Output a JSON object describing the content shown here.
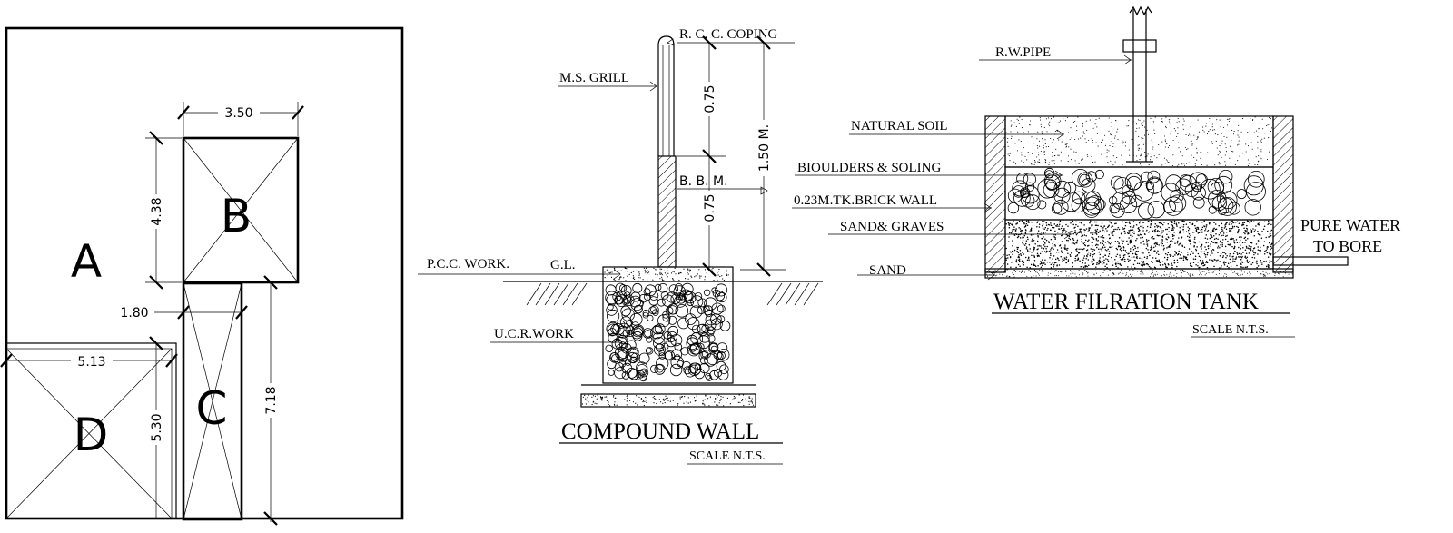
{
  "site_plan": {
    "zones": {
      "a": "A",
      "b": "B",
      "c": "C",
      "d": "D"
    },
    "dimensions": {
      "b_width": "3.50",
      "b_height": "4.38",
      "c_width": "1.80",
      "d_width": "5.13",
      "d_height": "5.30",
      "c_height": "7.18"
    }
  },
  "compound_wall": {
    "title": "COMPOUND WALL",
    "scale": "SCALE  N.T.S.",
    "labels": {
      "rcc_coping": "R. C. C. COPING",
      "ms_grill": "M.S. GRILL",
      "bbm": "B. B. M.",
      "pcc_work": "P.C.C. WORK.",
      "gl": "G.L.",
      "ucr_work": "U.C.R.WORK"
    },
    "dimensions": {
      "upper": "0.75",
      "lower": "0.75",
      "total": "1.50 M."
    }
  },
  "filtration_tank": {
    "title": "WATER FILRATION TANK",
    "scale": "SCALE  N.T.S.",
    "labels": {
      "rw_pipe": "R.W.PIPE",
      "natural_soil": "NATURAL SOIL",
      "boulders": "BIOULDERS & SOLING",
      "brick_wall": "0.23M.TK.BRICK WALL",
      "sand_gravel": "SAND& GRAVES",
      "sand": "SAND",
      "pure_water_1": "PURE WATER",
      "pure_water_2": "TO BORE"
    }
  }
}
